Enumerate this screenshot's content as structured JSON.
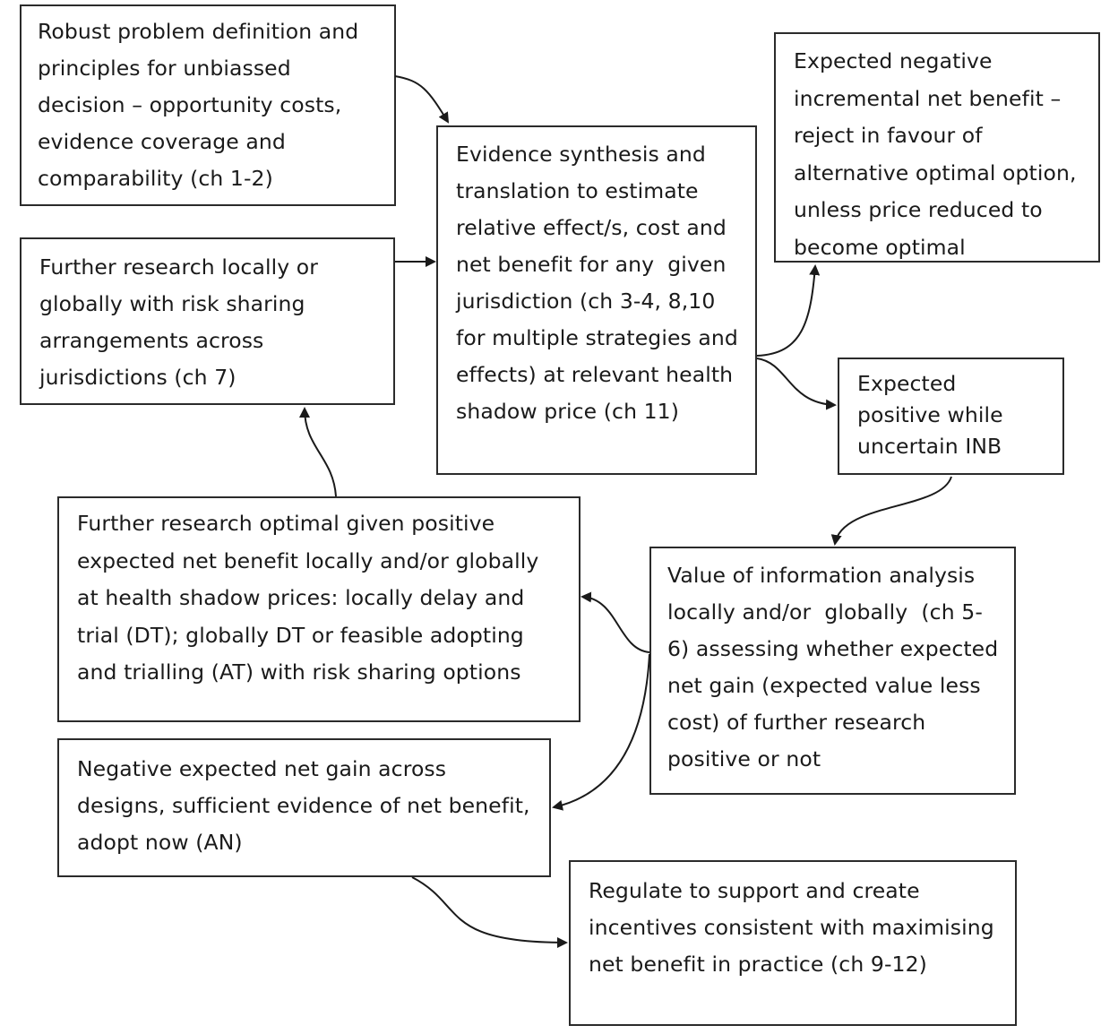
{
  "boxes": {
    "problem_definition": [
      "Robust problem definition and",
      "principles for unbiassed",
      "decision – opportunity costs,",
      "evidence coverage and",
      "comparability (ch 1-2)"
    ],
    "further_research_sharing": [
      "Further research locally or",
      "globally with risk sharing",
      "arrangements across",
      "jurisdictions (ch 7)"
    ],
    "evidence_synthesis": [
      "Evidence synthesis and",
      "translation to estimate",
      "relative effect/s, cost and",
      "net benefit for any  given",
      "jurisdiction (ch 3-4, 8,10",
      "for multiple strategies and",
      "effects) at relevant health",
      "shadow price (ch 11)"
    ],
    "negative_inb": [
      "Expected negative",
      "incremental net benefit –",
      "reject in favour of",
      "alternative optimal option,",
      "unless price reduced to",
      "become optimal"
    ],
    "positive_inb": [
      "Expected",
      "positive while",
      "uncertain INB"
    ],
    "further_research_optimal": [
      "Further research optimal given positive",
      "expected net benefit locally and/or globally",
      "at health shadow prices: locally delay and",
      "trial (DT); globally DT or feasible adopting",
      "and trialling (AT) with risk sharing options"
    ],
    "voi_analysis": [
      "Value of information analysis",
      "locally and/or  globally  (ch 5-",
      "6) assessing whether expected",
      "net gain (expected value less",
      "cost) of further research",
      "positive or not"
    ],
    "adopt_now": [
      "Negative expected net gain across",
      "designs, sufficient evidence of net benefit,",
      "adopt now (AN)"
    ],
    "regulate": [
      "Regulate to support and create",
      "incentives consistent with maximising",
      "net benefit in practice (ch 9-12)"
    ]
  }
}
